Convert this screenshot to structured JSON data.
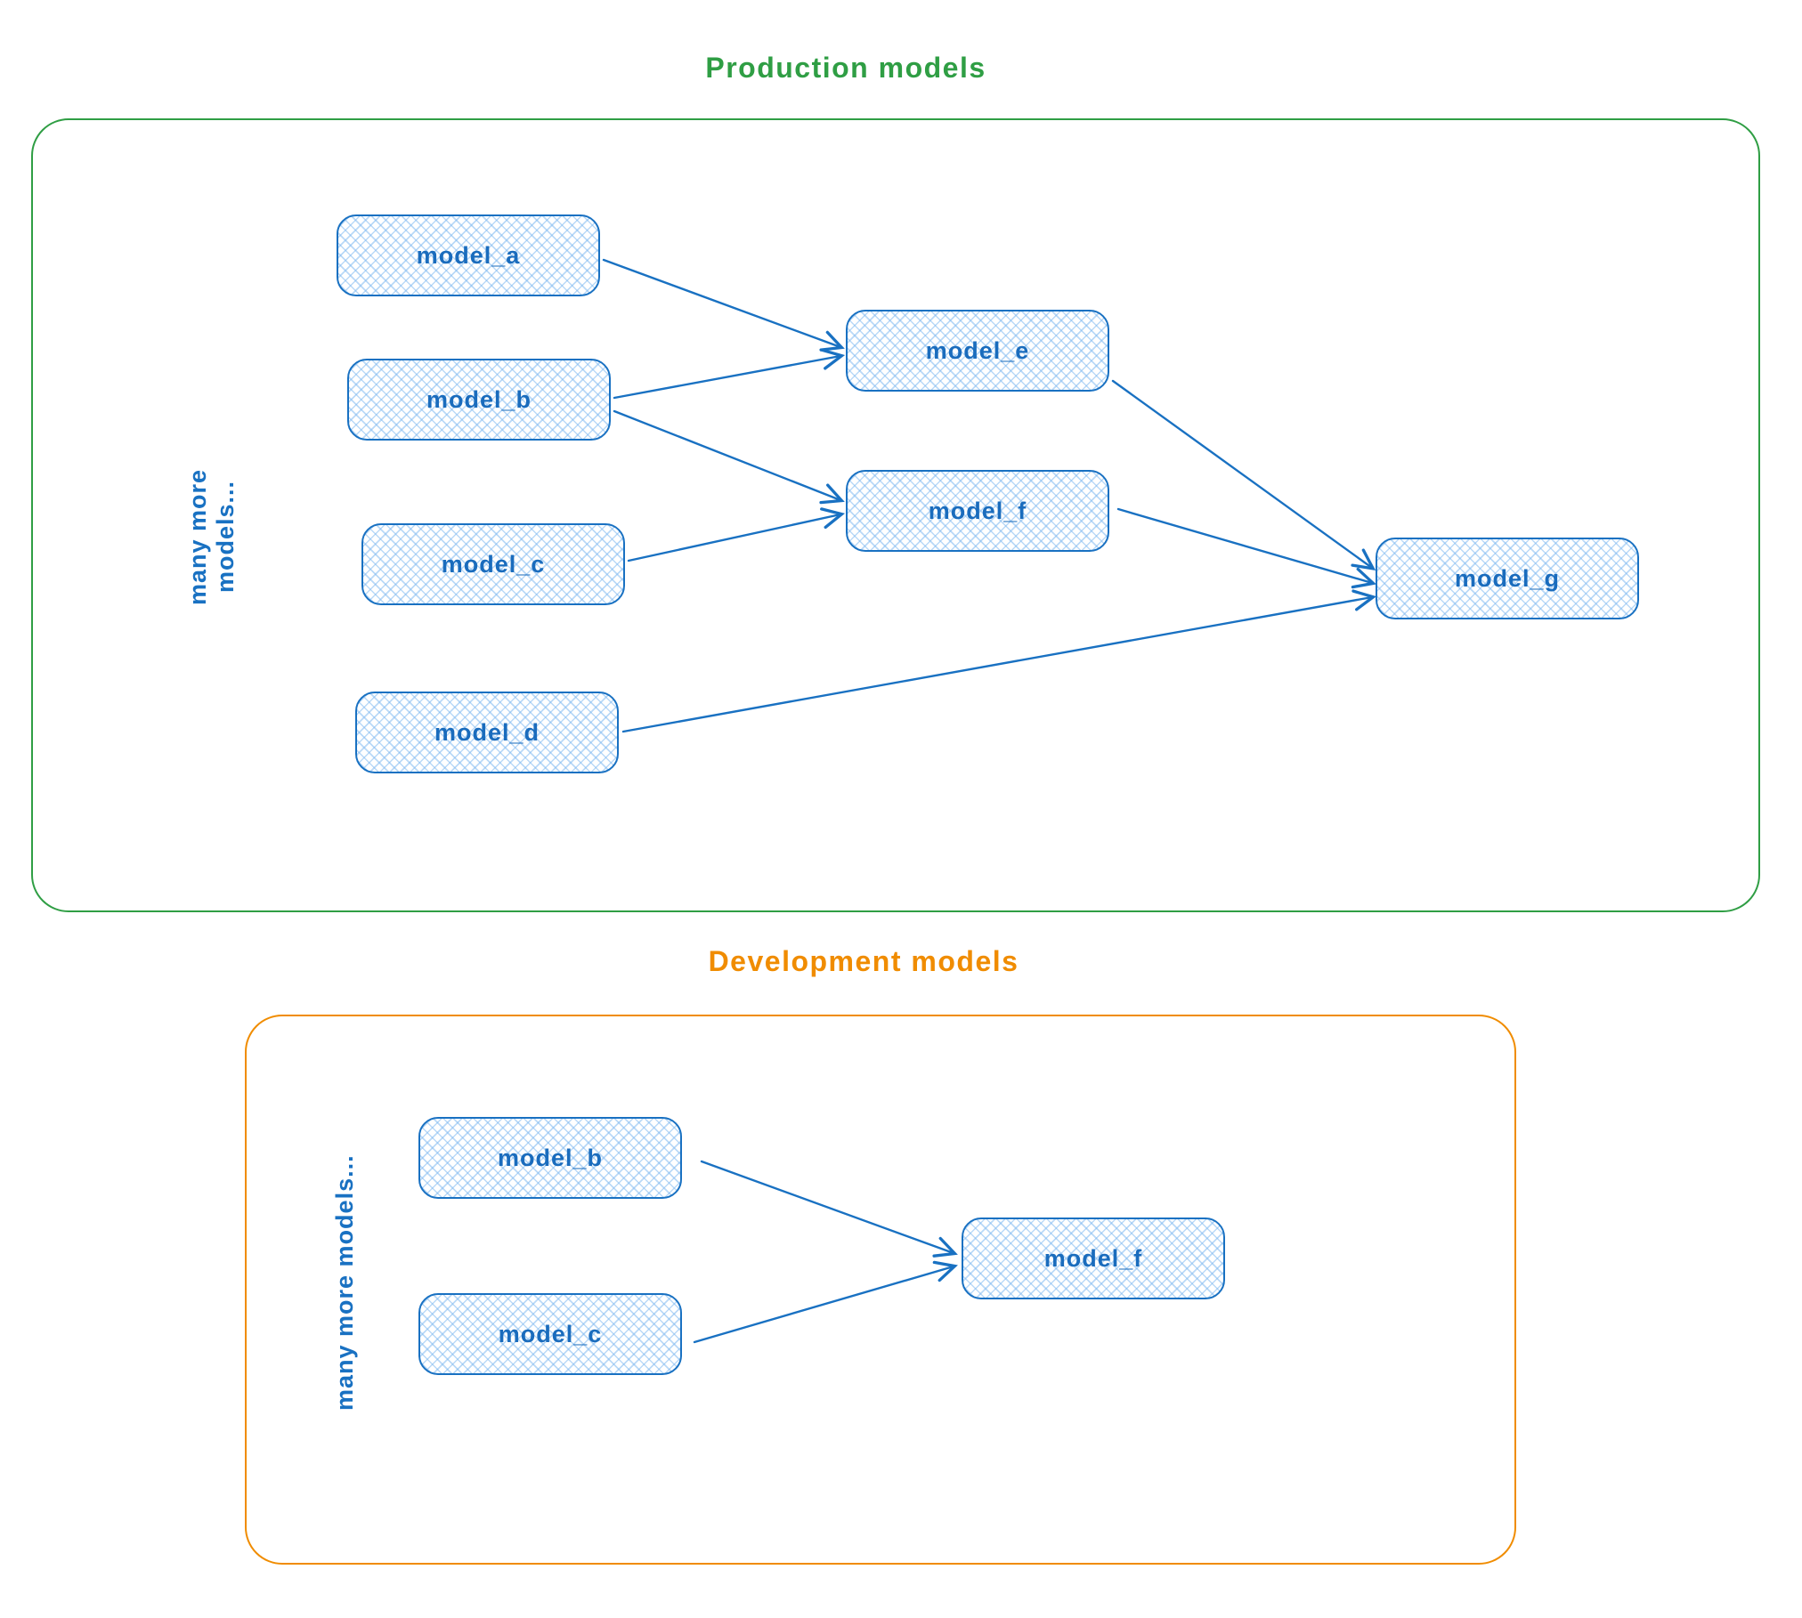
{
  "diagram": {
    "node_stroke_color": "#1971c2",
    "node_fill_color": "#d9ecff",
    "node_text_color": "#1a6cbd"
  },
  "sections": [
    {
      "id": "production",
      "title": "Production models",
      "accent_color": "#2f9e44",
      "side_label": "many more models...",
      "nodes": [
        {
          "id": "model_a",
          "label": "model_a"
        },
        {
          "id": "model_b",
          "label": "model_b"
        },
        {
          "id": "model_c",
          "label": "model_c"
        },
        {
          "id": "model_d",
          "label": "model_d"
        },
        {
          "id": "model_e",
          "label": "model_e"
        },
        {
          "id": "model_f",
          "label": "model_f"
        },
        {
          "id": "model_g",
          "label": "model_g"
        }
      ],
      "edges": [
        {
          "from": "model_a",
          "to": "model_e"
        },
        {
          "from": "model_b",
          "to": "model_e"
        },
        {
          "from": "model_b",
          "to": "model_f"
        },
        {
          "from": "model_c",
          "to": "model_f"
        },
        {
          "from": "model_e",
          "to": "model_g"
        },
        {
          "from": "model_f",
          "to": "model_g"
        },
        {
          "from": "model_d",
          "to": "model_g"
        }
      ]
    },
    {
      "id": "development",
      "title": "Development models",
      "accent_color": "#f08c00",
      "side_label": "many more models...",
      "nodes": [
        {
          "id": "model_b",
          "label": "model_b"
        },
        {
          "id": "model_c",
          "label": "model_c"
        },
        {
          "id": "model_f",
          "label": "model_f"
        }
      ],
      "edges": [
        {
          "from": "model_b",
          "to": "model_f"
        },
        {
          "from": "model_c",
          "to": "model_f"
        }
      ]
    }
  ]
}
